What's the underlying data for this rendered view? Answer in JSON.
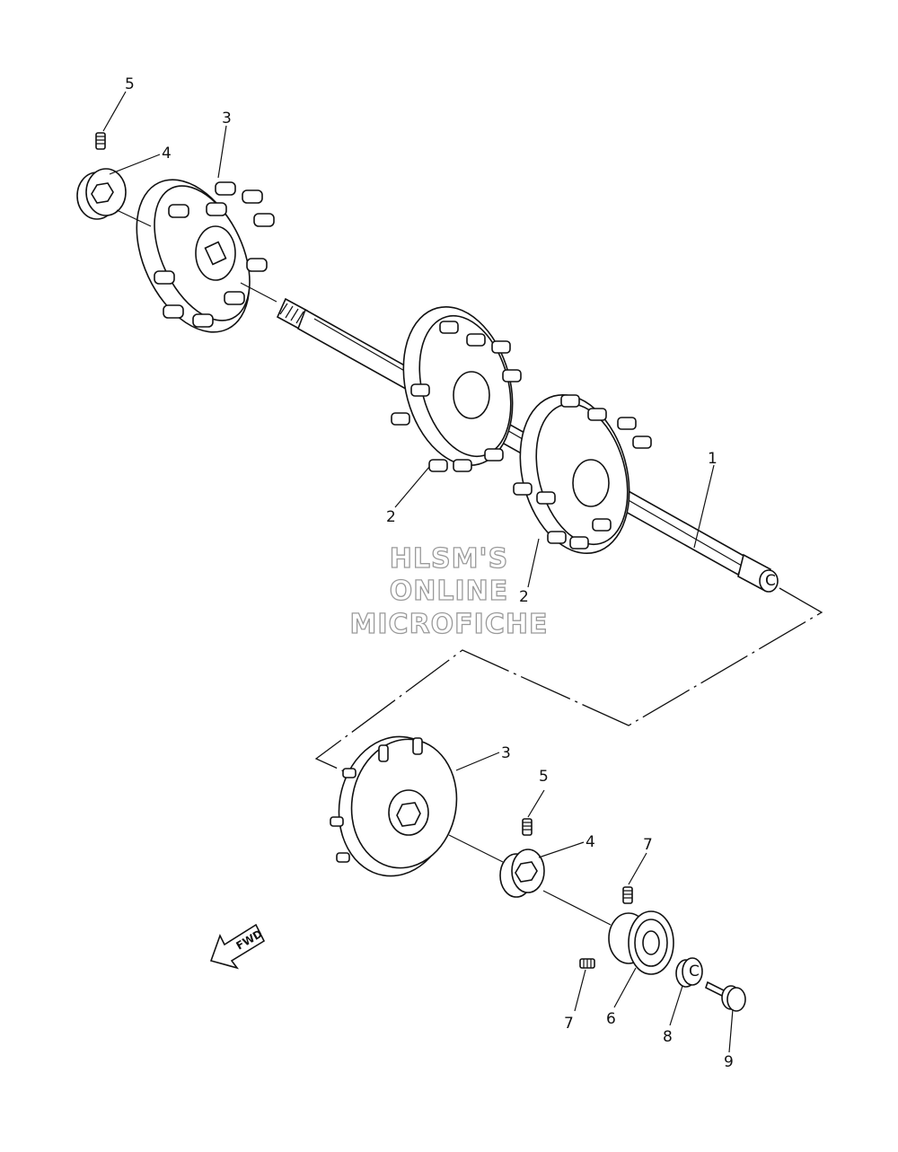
{
  "diagram": {
    "callouts": [
      {
        "id": "c5-top",
        "text": "5"
      },
      {
        "id": "c4-top",
        "text": "4"
      },
      {
        "id": "c3-top",
        "text": "3"
      },
      {
        "id": "c1",
        "text": "1"
      },
      {
        "id": "c2-left",
        "text": "2"
      },
      {
        "id": "c2-right",
        "text": "2"
      },
      {
        "id": "c3-bottom",
        "text": "3"
      },
      {
        "id": "c5-bottom",
        "text": "5"
      },
      {
        "id": "c4-bottom",
        "text": "4"
      },
      {
        "id": "c7-upper",
        "text": "7"
      },
      {
        "id": "c7-lower",
        "text": "7"
      },
      {
        "id": "c6",
        "text": "6"
      },
      {
        "id": "c8",
        "text": "8"
      },
      {
        "id": "c9",
        "text": "9"
      }
    ],
    "watermark": [
      "HLSM'S",
      "ONLINE",
      "MICROFICHE"
    ],
    "fwd_label": "FWD",
    "shaft_end_mark": "C",
    "nut_mark": "C"
  }
}
